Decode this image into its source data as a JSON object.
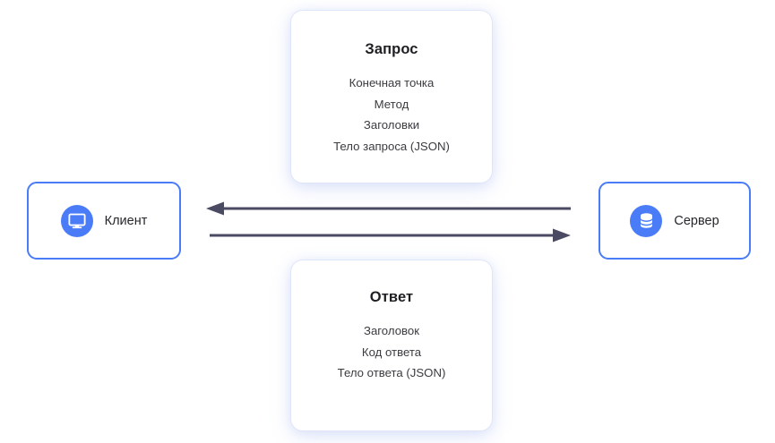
{
  "diagram": {
    "title_semantic": "client-server-request-response",
    "colors": {
      "node_border": "#4a7cf8",
      "icon_circle": "#4a7cf8",
      "arrow": "#4a4a63",
      "card_background": "#ffffff",
      "title_text": "#1f1f23",
      "body_text": "#3b3b40",
      "page_background": "#ffffff"
    },
    "request_card": {
      "title": "Запрос",
      "lines": [
        "Конечная точка",
        "Метод",
        "Заголовки",
        "Тело запроса (JSON)"
      ]
    },
    "response_card": {
      "title": "Ответ",
      "lines": [
        "Заголовок",
        "Код ответа",
        "Тело ответа (JSON)"
      ]
    },
    "client_node": {
      "label": "Клиент",
      "icon": "monitor-icon"
    },
    "server_node": {
      "label": "Сервер",
      "icon": "database-icon"
    },
    "arrows": [
      {
        "name": "response-arrow",
        "direction": "right-to-left",
        "from": "server",
        "to": "client"
      },
      {
        "name": "request-arrow",
        "direction": "left-to-right",
        "from": "client",
        "to": "server"
      }
    ]
  }
}
